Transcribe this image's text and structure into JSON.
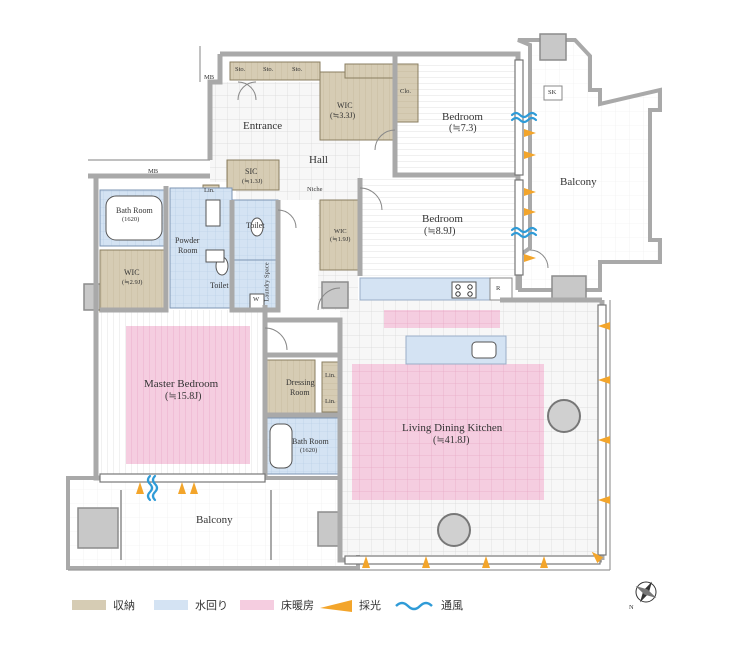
{
  "rooms": {
    "sto1": "Sto.",
    "sto2": "Sto.",
    "sto3": "Sto.",
    "mb_top": "MB",
    "mb_left": "MB",
    "entrance": "Entrance",
    "hall": "Hall",
    "wic_top": "WIC",
    "wic_top_area": "(≒3.3J)",
    "clo": "Clo.",
    "bedroom1": "Bedroom",
    "bedroom1_area": "(≒7.3)",
    "sk": "SK",
    "balcony_right": "Balcony",
    "niche": "Niche",
    "sic": "SIC",
    "sic_area": "(≒1.3J)",
    "bedroom2": "Bedroom",
    "bedroom2_area": "(≒8.9J)",
    "wic_mid": "WIC",
    "wic_mid_area": "(≒1.9J)",
    "bath1": "Bath Room",
    "bath1_size": "(1620)",
    "lin1": "Lin.",
    "powder1": "Powder",
    "powder2": "Room",
    "toilet1": "Toilet",
    "toilet2": "Toilet",
    "wic_left": "WIC",
    "wic_left_area": "(≒2.9J)",
    "laundry": "Laundry Space",
    "washer": "W",
    "refrigerator": "R",
    "master": "Master Bedroom",
    "master_area": "(≒15.8J)",
    "dressing1": "Dressing",
    "dressing2": "Room",
    "lin2": "Lin.",
    "lin3": "Lin.",
    "bath2": "Bath Room",
    "bath2_size": "(1620)",
    "ldk": "Living Dining Kitchen",
    "ldk_area": "(≒41.8J)",
    "balcony_bottom": "Balcony"
  },
  "legend": {
    "storage": "収納",
    "water": "水回り",
    "floor_heating": "床暖房",
    "daylight": "採光",
    "ventilation": "通風"
  },
  "compass": {
    "north": "N"
  },
  "colors": {
    "storage": "#d6ccb4",
    "water": "#d4e3f3",
    "floor_heating": "#f5cde0",
    "daylight": "#f3a52b",
    "ventilation": "#2f9bd7",
    "wall": "#a9a9a9",
    "floor": "#f7f7f7"
  }
}
